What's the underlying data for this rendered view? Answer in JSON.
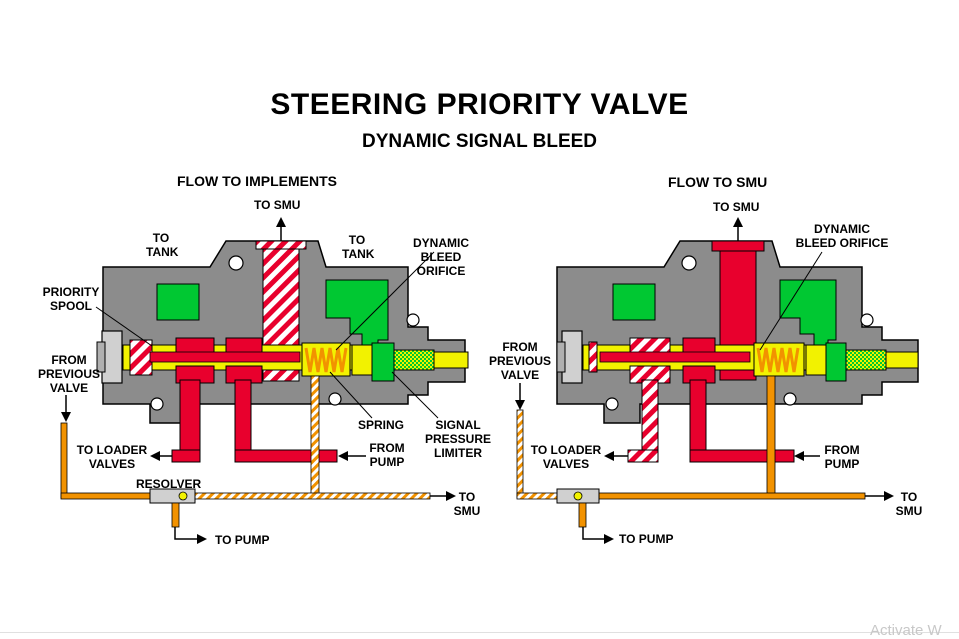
{
  "title": "STEERING PRIORITY VALVE",
  "subtitle": "DYNAMIC SIGNAL BLEED",
  "left": {
    "heading": "FLOW TO IMPLEMENTS",
    "to_smu_top": "TO SMU",
    "to_tank_left": [
      "TO",
      "TANK"
    ],
    "to_tank_right": [
      "TO",
      "TANK"
    ],
    "dynamic_bleed_orifice": [
      "DYNAMIC",
      "BLEED",
      "ORIFICE"
    ],
    "priority_spool": [
      "PRIORITY",
      "SPOOL"
    ],
    "from_previous_valve": [
      "FROM",
      "PREVIOUS",
      "VALVE"
    ],
    "spring": "SPRING",
    "signal_pressure_limiter": [
      "SIGNAL",
      "PRESSURE",
      "LIMITER"
    ],
    "to_loader_valves": [
      "TO LOADER",
      "VALVES"
    ],
    "from_pump": [
      "FROM",
      "PUMP"
    ],
    "resolver": "RESOLVER",
    "to_smu_bottom": [
      "TO",
      "SMU"
    ],
    "to_pump": "TO PUMP"
  },
  "right": {
    "heading": "FLOW TO SMU",
    "to_smu_top": "TO SMU",
    "dynamic_bleed_orifice": [
      "DYNAMIC",
      "BLEED ORIFICE"
    ],
    "from_previous_valve": [
      "FROM",
      "PREVIOUS",
      "VALVE"
    ],
    "to_loader_valves": [
      "TO LOADER",
      "VALVES"
    ],
    "from_pump": [
      "FROM",
      "PUMP"
    ],
    "to_smu_bottom": [
      "TO",
      "SMU"
    ],
    "to_pump": "TO PUMP"
  },
  "watermark": "Activate W",
  "colors": {
    "body_gray": "#8c8c8c",
    "pressure_red": "#e8002d",
    "tank_green": "#00c832",
    "signal_yellow": "#f2f200",
    "signal_orange": "#f29200",
    "white": "#ffffff",
    "black": "#000000"
  }
}
